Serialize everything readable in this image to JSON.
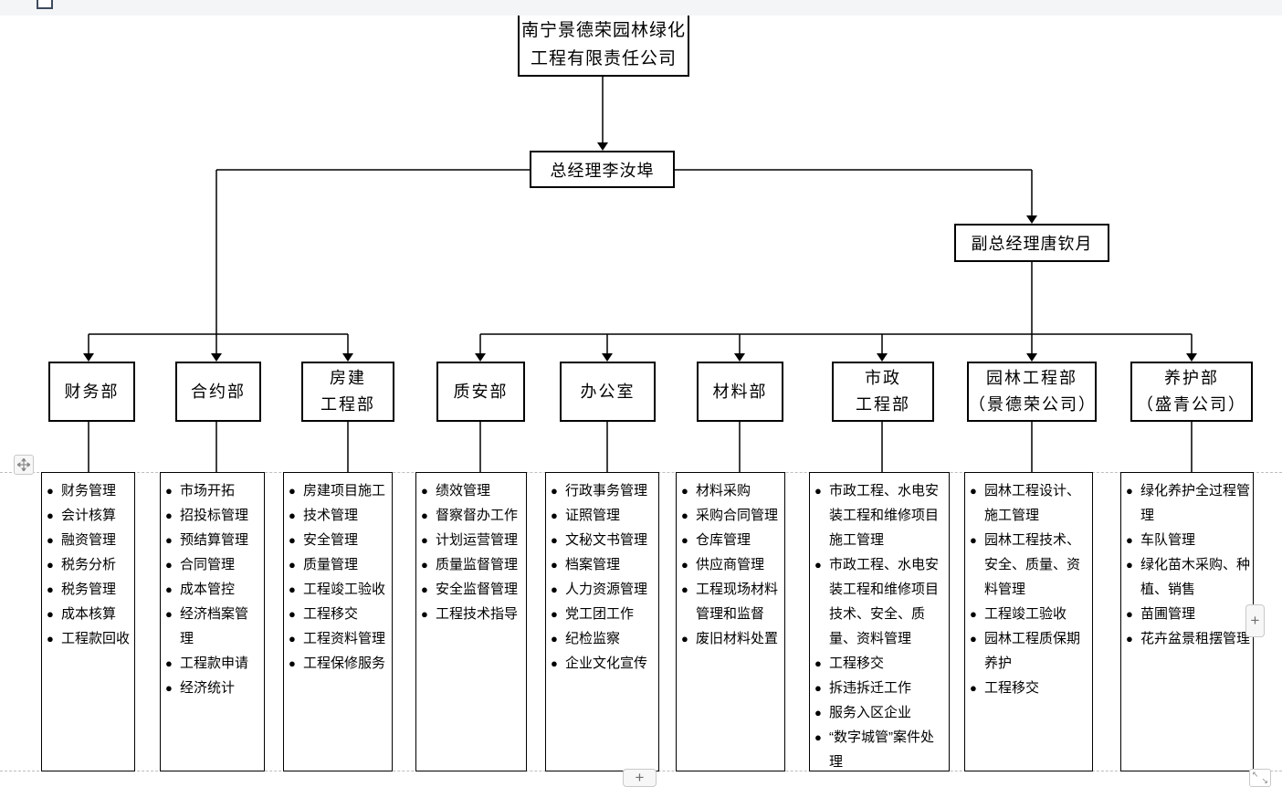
{
  "chart": {
    "bullet": "●",
    "root": {
      "lines": [
        "南宁景德荣园林绿化",
        "工程有限责任公司"
      ]
    },
    "general_manager": "总经理李汝埠",
    "deputy_manager": "副总经理唐钦月",
    "departments": [
      {
        "name_lines": [
          "财务部"
        ],
        "items": [
          "财务管理",
          "会计核算",
          "融资管理",
          "税务分析",
          "税务管理",
          "成本核算",
          "工程款回收"
        ]
      },
      {
        "name_lines": [
          "合约部"
        ],
        "items": [
          "市场开拓",
          "招投标管理",
          "预结算管理",
          "合同管理",
          "成本管控",
          "经济档案管理",
          "工程款申请",
          "经济统计"
        ]
      },
      {
        "name_lines": [
          "房建",
          "工程部"
        ],
        "items": [
          "房建项目施工",
          "技术管理",
          "安全管理",
          "质量管理",
          "工程竣工验收",
          "工程移交",
          "工程资料管理",
          "工程保修服务"
        ]
      },
      {
        "name_lines": [
          "质安部"
        ],
        "items": [
          "绩效管理",
          "督察督办工作",
          "计划运营管理",
          "质量监督管理",
          "安全监督管理",
          "工程技术指导"
        ]
      },
      {
        "name_lines": [
          "办公室"
        ],
        "items": [
          "行政事务管理",
          "证照管理",
          "文秘文书管理",
          "档案管理",
          "人力资源管理",
          "党工团工作",
          "纪检监察",
          "企业文化宣传"
        ]
      },
      {
        "name_lines": [
          "材料部"
        ],
        "items": [
          "材料采购",
          "采购合同管理",
          "仓库管理",
          "供应商管理",
          "工程现场材料管理和监督",
          "废旧材料处置"
        ]
      },
      {
        "name_lines": [
          "市政",
          "工程部"
        ],
        "items": [
          "市政工程、水电安装工程和维修项目施工管理",
          "市政工程、水电安装工程和维修项目技术、安全、质量、资料管理",
          "工程移交",
          "拆违拆迁工作",
          "服务入区企业",
          "“数字城管”案件处理"
        ]
      },
      {
        "name_lines": [
          "园林工程部",
          "（景德荣公司）"
        ],
        "items": [
          "园林工程设计、施工管理",
          "园林工程技术、安全、质量、资料管理",
          "工程竣工验收",
          "园林工程质保期养护",
          "工程移交"
        ]
      },
      {
        "name_lines": [
          "养护部",
          "（盛青公司）"
        ],
        "items": [
          "绿化养护全过程管理",
          "车队管理",
          "绿化苗木采购、种植、销售",
          "苗圃管理",
          "花卉盆景租摆管理"
        ]
      }
    ]
  },
  "ui": {
    "plus_button": "+",
    "resize_nw": "↖",
    "resize_se": "↘"
  }
}
